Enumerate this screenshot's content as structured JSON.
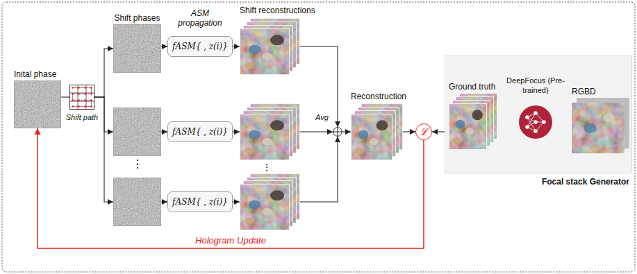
{
  "diagram": {
    "nodes": [
      {
        "text": [
          "Inital phase"
        ]
      },
      {
        "text": [
          "Shift path"
        ]
      },
      {
        "text": [
          "Shift phases"
        ]
      },
      {
        "text": []
      },
      {
        "text": []
      },
      {
        "text": [
          "fASM{ , z(i)}"
        ]
      },
      {
        "text": [
          "fASM{ , z(i)}"
        ]
      },
      {
        "text": [
          "fASM{ , z(i)}"
        ]
      },
      {
        "text": [
          "Shift reconstructions"
        ]
      },
      {
        "text": []
      },
      {
        "text": []
      },
      {
        "text": [
          "Avg"
        ]
      },
      {
        "text": [
          "Reconstruction"
        ]
      },
      {
        "text": [
          "ℒ"
        ]
      },
      {
        "text": [
          "Focal stack Generator"
        ]
      },
      {
        "text": [
          "Ground truth"
        ],
        "in": 14
      },
      {
        "text": [
          "DeepFocus (Pre-trained)"
        ],
        "in": 14
      },
      {
        "text": [
          "RGBD"
        ],
        "in": 14
      }
    ],
    "edges": [
      {
        "from": 0,
        "to": 1,
        "arrow": "none"
      },
      {
        "from": 1,
        "to": 2,
        "arrow": "to"
      },
      {
        "from": 1,
        "to": 3,
        "arrow": "to"
      },
      {
        "from": 1,
        "to": 4,
        "arrow": "to"
      },
      {
        "from": 2,
        "to": 5,
        "arrow": "to"
      },
      {
        "from": 3,
        "to": 6,
        "arrow": "to"
      },
      {
        "from": 4,
        "to": 7,
        "arrow": "to"
      },
      {
        "from": 5,
        "to": 8,
        "arrow": "to"
      },
      {
        "from": 6,
        "to": 9,
        "arrow": "to"
      },
      {
        "from": 7,
        "to": 10,
        "arrow": "to"
      },
      {
        "from": 8,
        "to": 11,
        "arrow": "to"
      },
      {
        "from": 9,
        "to": 11,
        "arrow": "to"
      },
      {
        "from": 10,
        "to": 11,
        "arrow": "to"
      },
      {
        "from": 11,
        "to": 12,
        "arrow": "to"
      },
      {
        "from": 12,
        "to": 13,
        "arrow": "to"
      },
      {
        "from": 15,
        "to": 13,
        "arrow": "to"
      },
      {
        "from": 16,
        "to": 15,
        "arrow": "to"
      },
      {
        "from": 17,
        "to": 16,
        "arrow": "to"
      },
      {
        "from": 13,
        "to": 0,
        "arrow": "to",
        "label": "Hologram Update"
      }
    ],
    "labels": [
      "ASM propagation",
      "⋮",
      "⋮"
    ]
  }
}
